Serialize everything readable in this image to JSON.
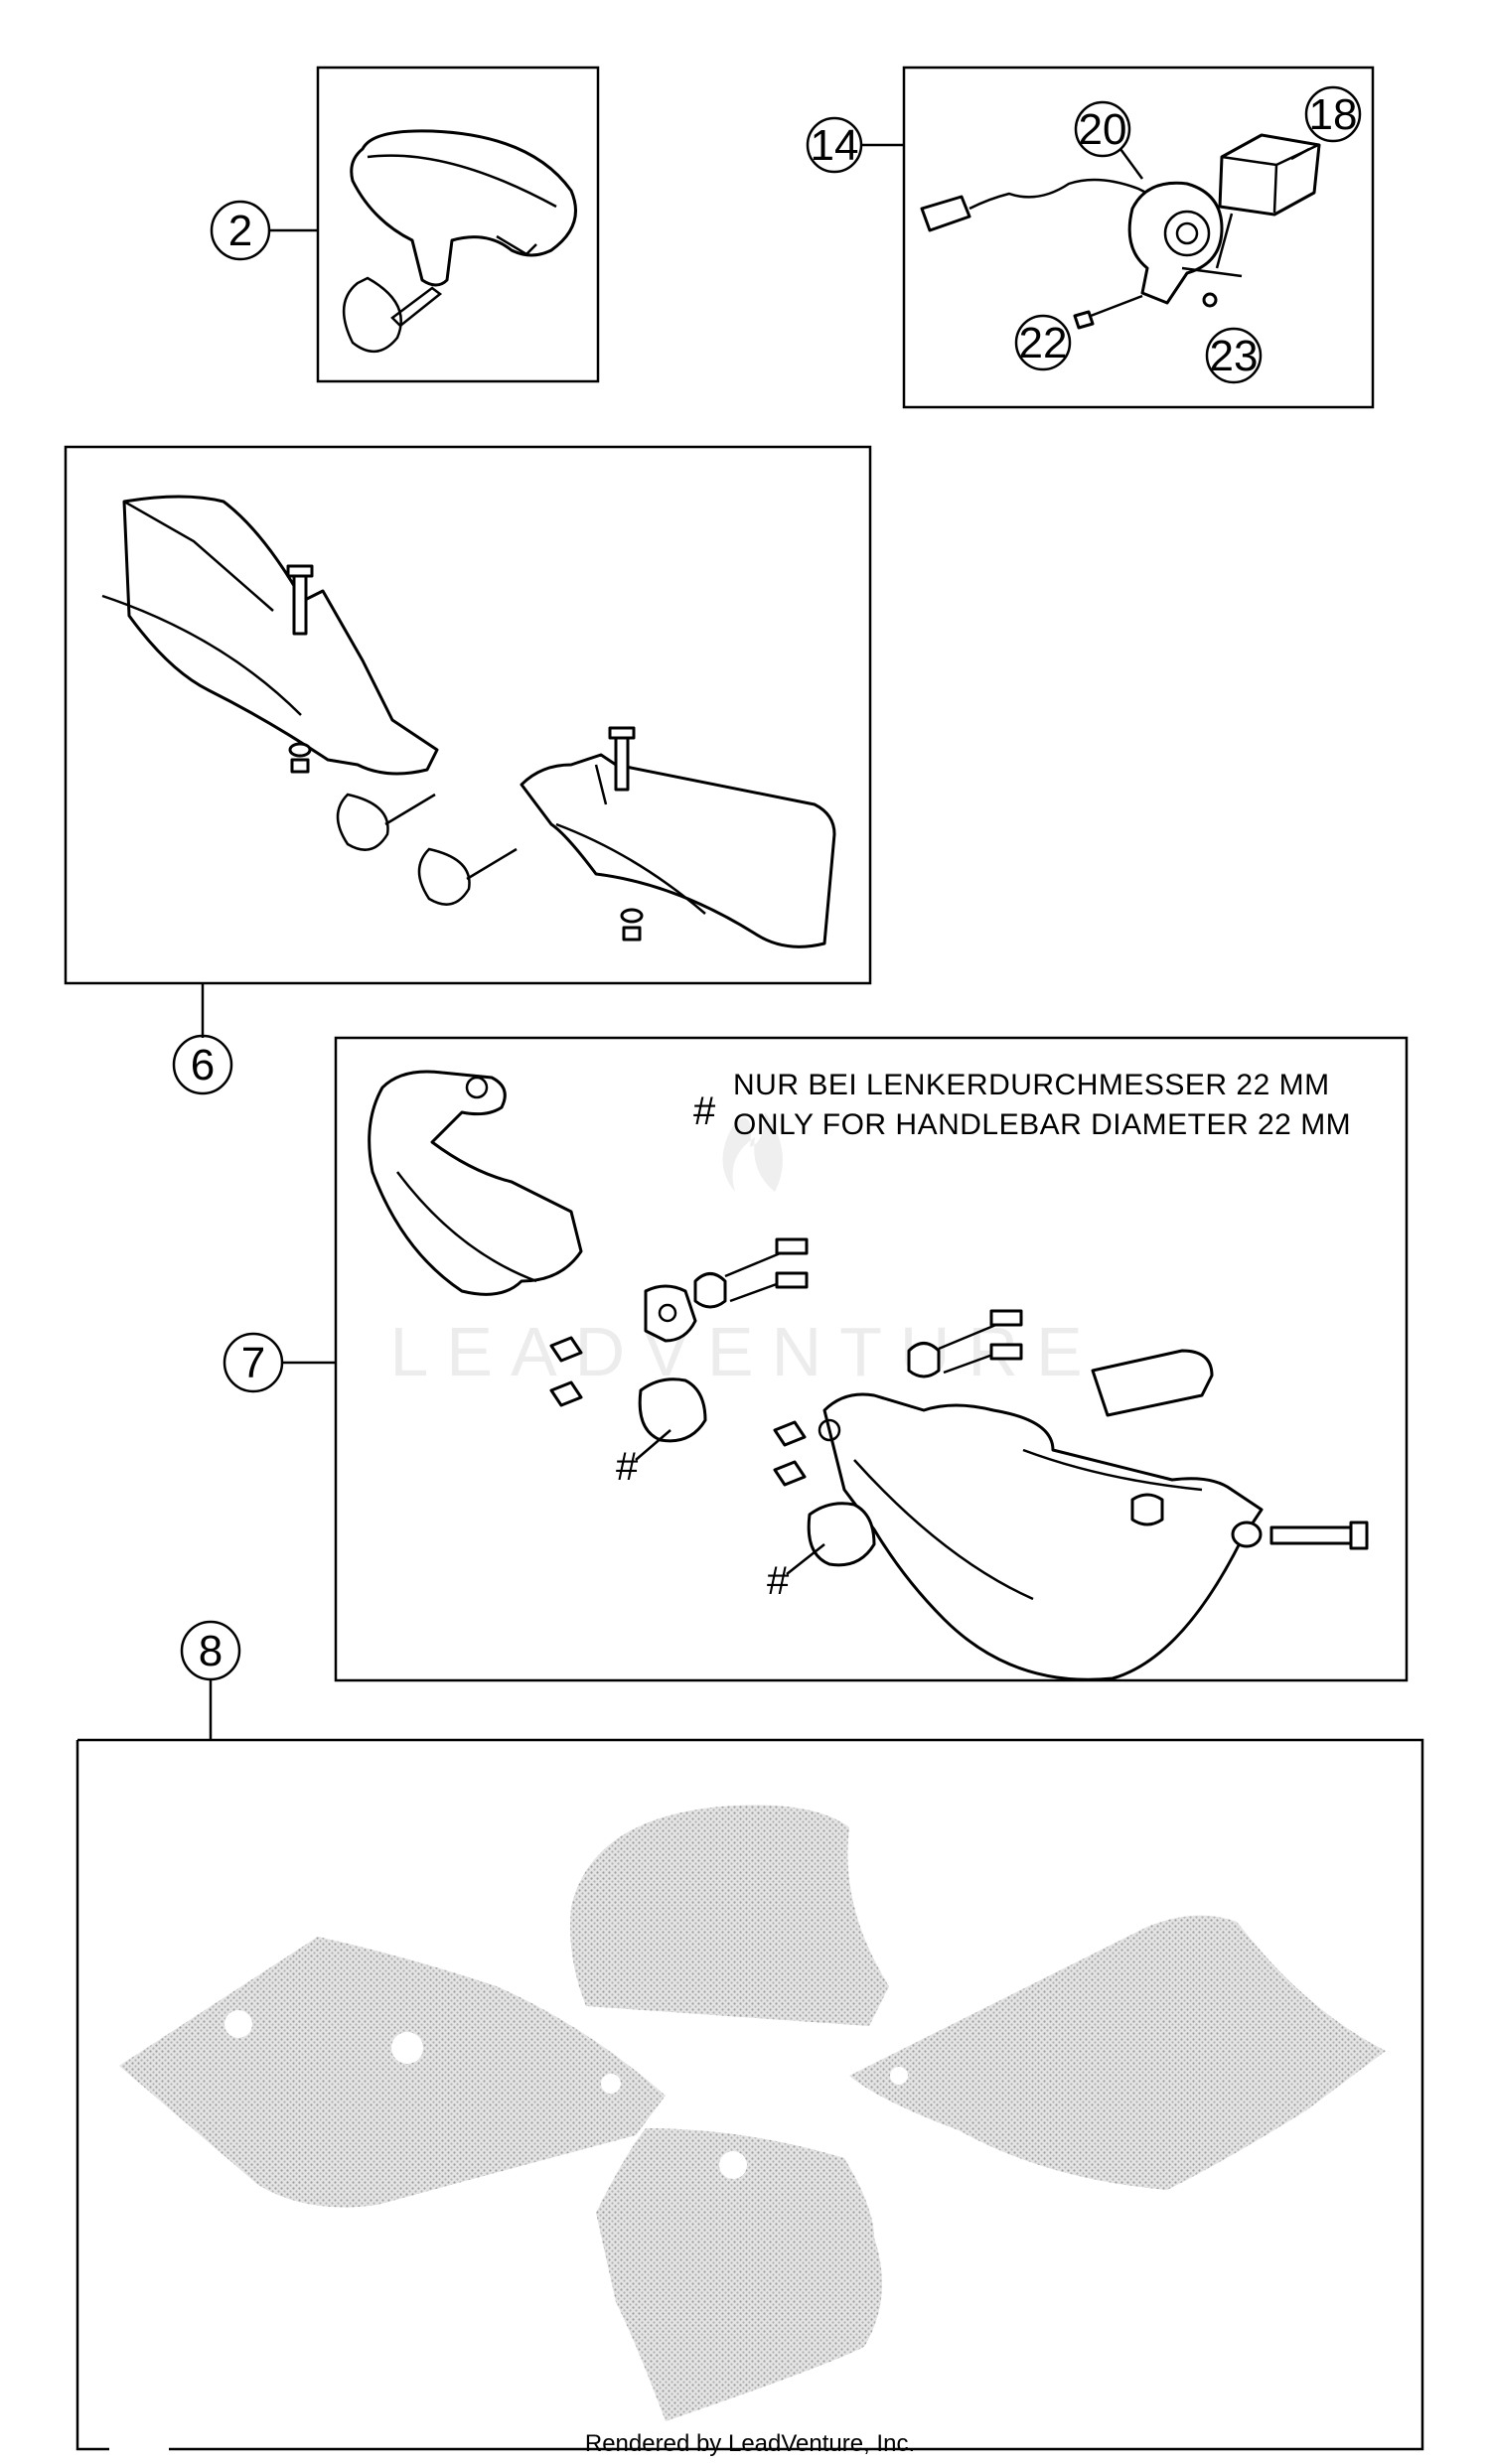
{
  "callouts": {
    "c2": "2",
    "c14": "14",
    "c18": "18",
    "c20": "20",
    "c22": "22",
    "c23": "23",
    "c6": "6",
    "c7": "7",
    "c8": "8"
  },
  "note": {
    "marker": "#",
    "line_de": "NUR BEI LENKERDURCHMESSER 22 MM",
    "line_en": "ONLY FOR HANDLEBAR DIAMETER 22 MM"
  },
  "hash_marks": [
    "#",
    "#"
  ],
  "watermark": "LEADVENTURE",
  "footer": "Rendered by LeadVenture, Inc."
}
